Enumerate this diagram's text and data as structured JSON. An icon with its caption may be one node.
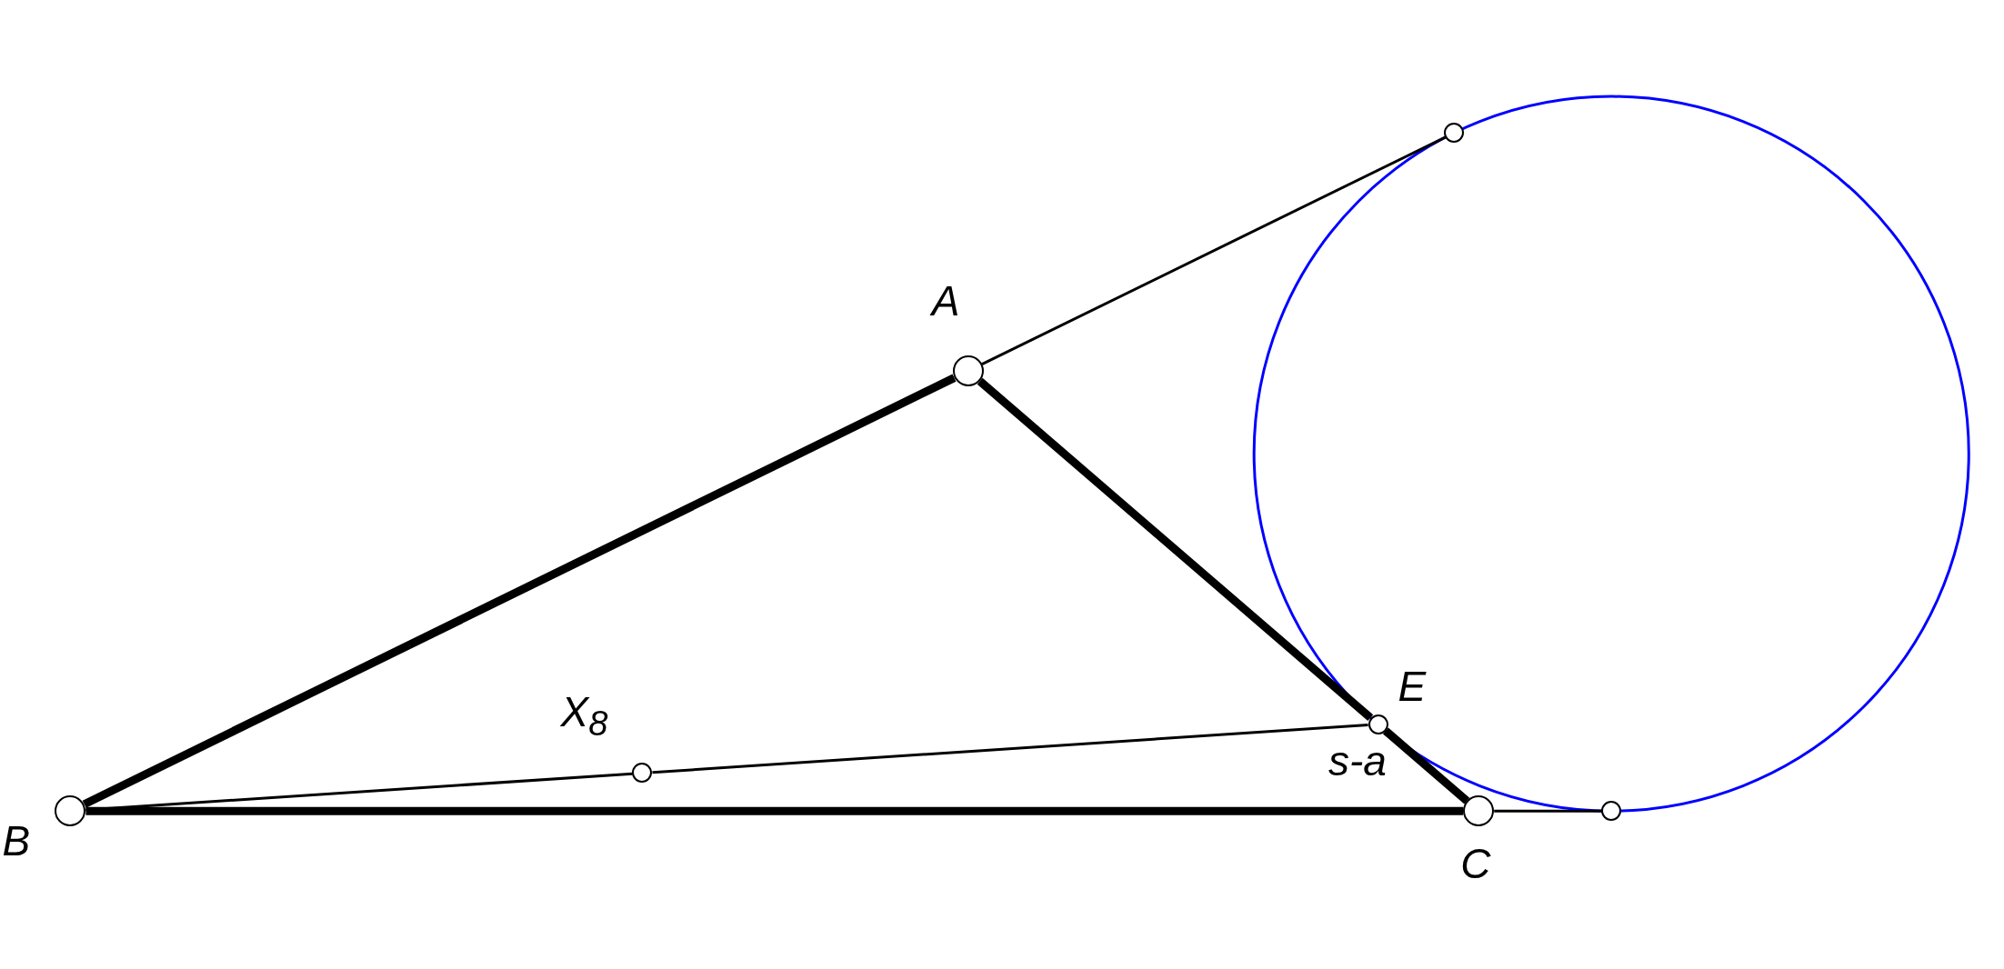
{
  "diagram": {
    "nodes": [
      {
        "text": [
          "A"
        ]
      },
      {
        "text": [
          "B"
        ]
      },
      {
        "text": [
          "C"
        ]
      },
      {
        "text": [
          "E"
        ]
      },
      {
        "text": [
          "X$_{8}$"
        ]
      },
      {
        "text": [],
        "shape": "circle"
      },
      {
        "text": [],
        "shape": "circle"
      },
      {
        "text": [],
        "shape": "circle"
      }
    ],
    "edges": [
      {
        "from": 1,
        "to": 0,
        "arrow": "none",
        "style": "thick"
      },
      {
        "from": 0,
        "to": 3,
        "arrow": "none",
        "style": "thick"
      },
      {
        "from": 3,
        "to": 2,
        "arrow": "none",
        "style": "thick"
      },
      {
        "from": 1,
        "to": 2,
        "arrow": "none",
        "style": "thick"
      },
      {
        "from": 0,
        "to": 5,
        "arrow": "none"
      },
      {
        "from": 1,
        "to": 4,
        "arrow": "none"
      },
      {
        "from": 4,
        "to": 3,
        "arrow": "none"
      },
      {
        "from": 2,
        "to": 6,
        "arrow": "none"
      }
    ],
    "labels": [
      "s-a"
    ]
  }
}
